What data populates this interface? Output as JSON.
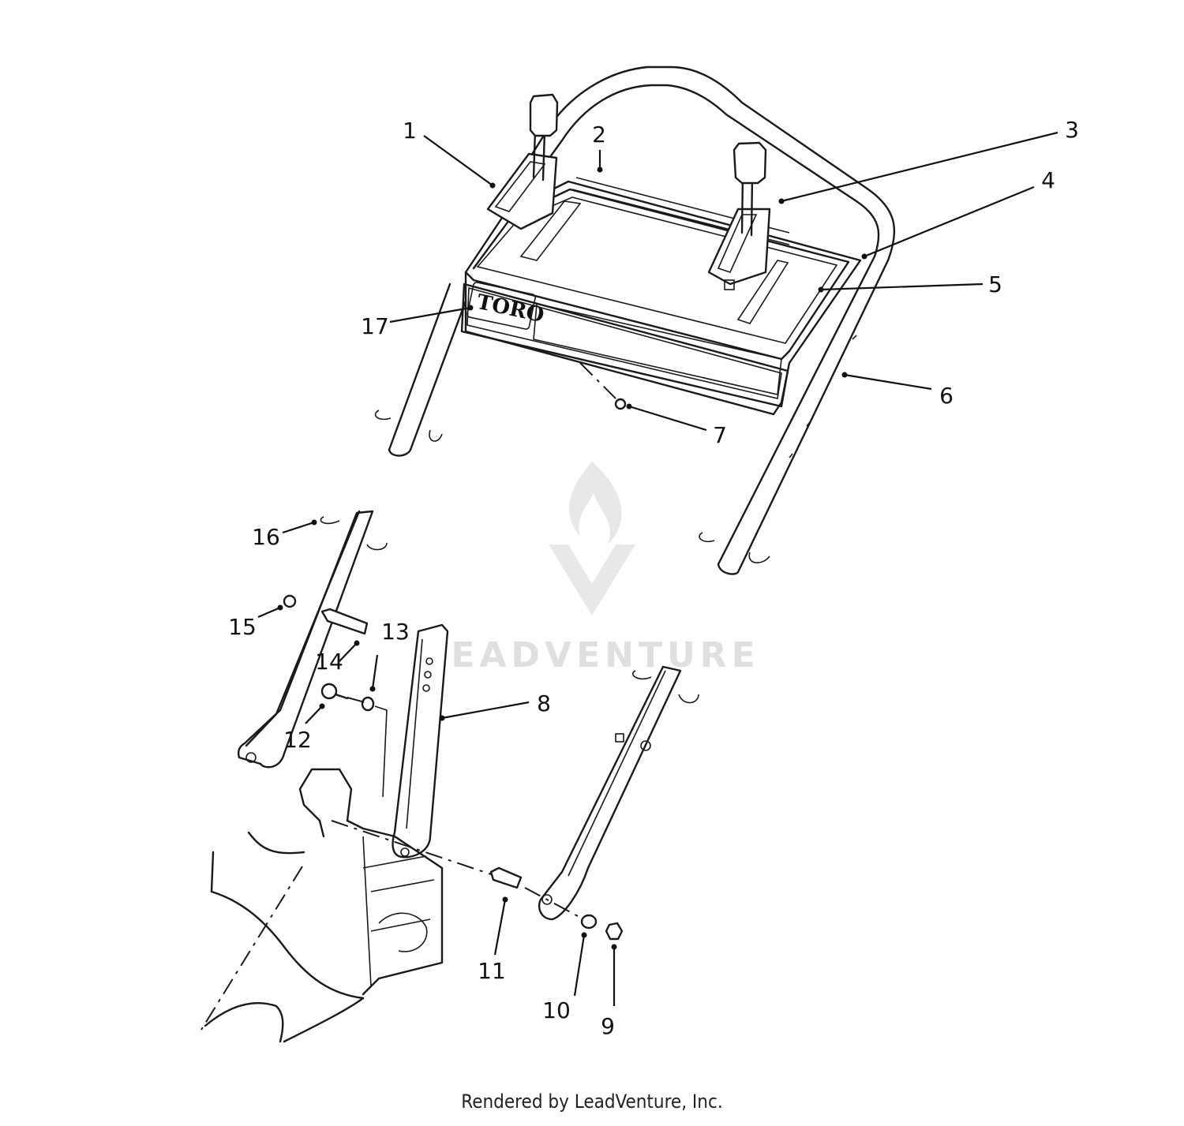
{
  "diagram": {
    "brand_logo": "TORO",
    "watermark": "LEADVENTURE",
    "footer": "Rendered by LeadVenture, Inc.",
    "callouts": [
      "1",
      "2",
      "3",
      "4",
      "5",
      "6",
      "7",
      "8",
      "9",
      "10",
      "11",
      "12",
      "13",
      "14",
      "15",
      "16",
      "17"
    ]
  }
}
